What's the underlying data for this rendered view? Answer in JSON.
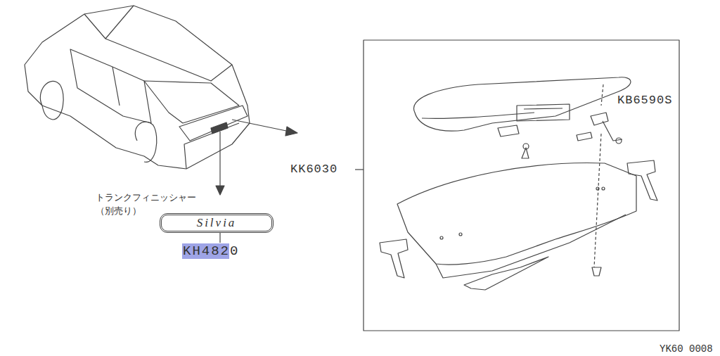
{
  "diagram": {
    "nodes": [
      {
        "text": [
          "Silvia"
        ]
      }
    ],
    "labels": [
      "トランクフィニッシャー （別売り）",
      "KH4820",
      "KK6030",
      "KB6590S",
      "YK60 0008"
    ]
  }
}
